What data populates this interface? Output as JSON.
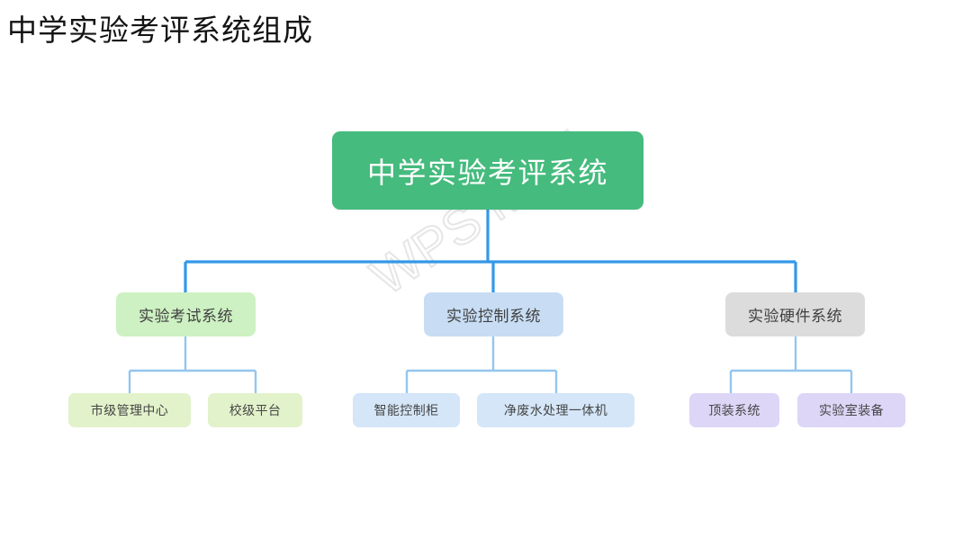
{
  "slide": {
    "title": "中学实验考评系统组成",
    "background_color": "#ffffff",
    "watermark": "WPS Mind"
  },
  "diagram": {
    "type": "org-chart",
    "orientation": "top-down",
    "connector_colors": {
      "level1": "#3398e8",
      "level2": "#93c6ef"
    },
    "root": {
      "label": "中学实验考评系统",
      "fill": "#45bb7e",
      "text_color": "#ffffff"
    },
    "branches": [
      {
        "label": "实验考试系统",
        "fill": "#cdf1c2",
        "children": [
          {
            "label": "市级管理中心",
            "fill": "#e2f2ca"
          },
          {
            "label": "校级平台",
            "fill": "#e2f2ca"
          }
        ]
      },
      {
        "label": "实验控制系统",
        "fill": "#c8ddf4",
        "children": [
          {
            "label": "智能控制柜",
            "fill": "#d4e6f8"
          },
          {
            "label": "净废水处理一体机",
            "fill": "#d4e6f8"
          }
        ]
      },
      {
        "label": "实验硬件系统",
        "fill": "#dcdcdc",
        "children": [
          {
            "label": "顶装系统",
            "fill": "#ddd6f7"
          },
          {
            "label": "实验室装备",
            "fill": "#ddd6f7"
          }
        ]
      }
    ]
  }
}
